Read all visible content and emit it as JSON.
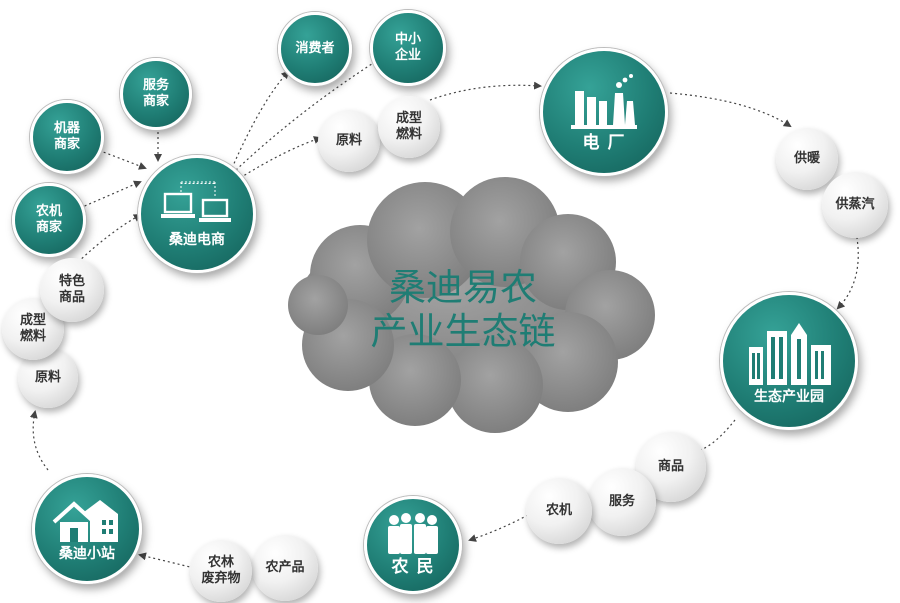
{
  "center": {
    "line1": "桑迪易农",
    "line2": "产业生态链"
  },
  "hubs": {
    "ecommerce": "桑迪电商",
    "power_plant": "电 厂",
    "eco_park": "生态产业园",
    "farmers": "农 民",
    "station": "桑迪小站"
  },
  "small_teal": {
    "service_merchant": [
      "服务",
      "商家"
    ],
    "machine_merchant": [
      "机器",
      "商家"
    ],
    "agri_machine_merchant": [
      "农机",
      "商家"
    ],
    "consumer": "消费者",
    "sme": [
      "中小",
      "企业"
    ]
  },
  "grey_nodes": {
    "raw_material_top": "原料",
    "formed_fuel_top": [
      "成型",
      "燃料"
    ],
    "heating": "供暖",
    "steam": "供蒸汽",
    "goods_right": "商品",
    "services": "服务",
    "agri_machine": "农机",
    "agri_products": "农产品",
    "forestry_waste": [
      "农林",
      "废弃物"
    ],
    "raw_material_left": "原料",
    "formed_fuel_left": [
      "成型",
      "燃料"
    ],
    "specialty_goods": [
      "特色",
      "商品"
    ]
  },
  "colors": {
    "teal": "#1f7d74",
    "teal_light": "#35a297",
    "cloud": "#8f8f8f",
    "arrow": "#444444"
  }
}
